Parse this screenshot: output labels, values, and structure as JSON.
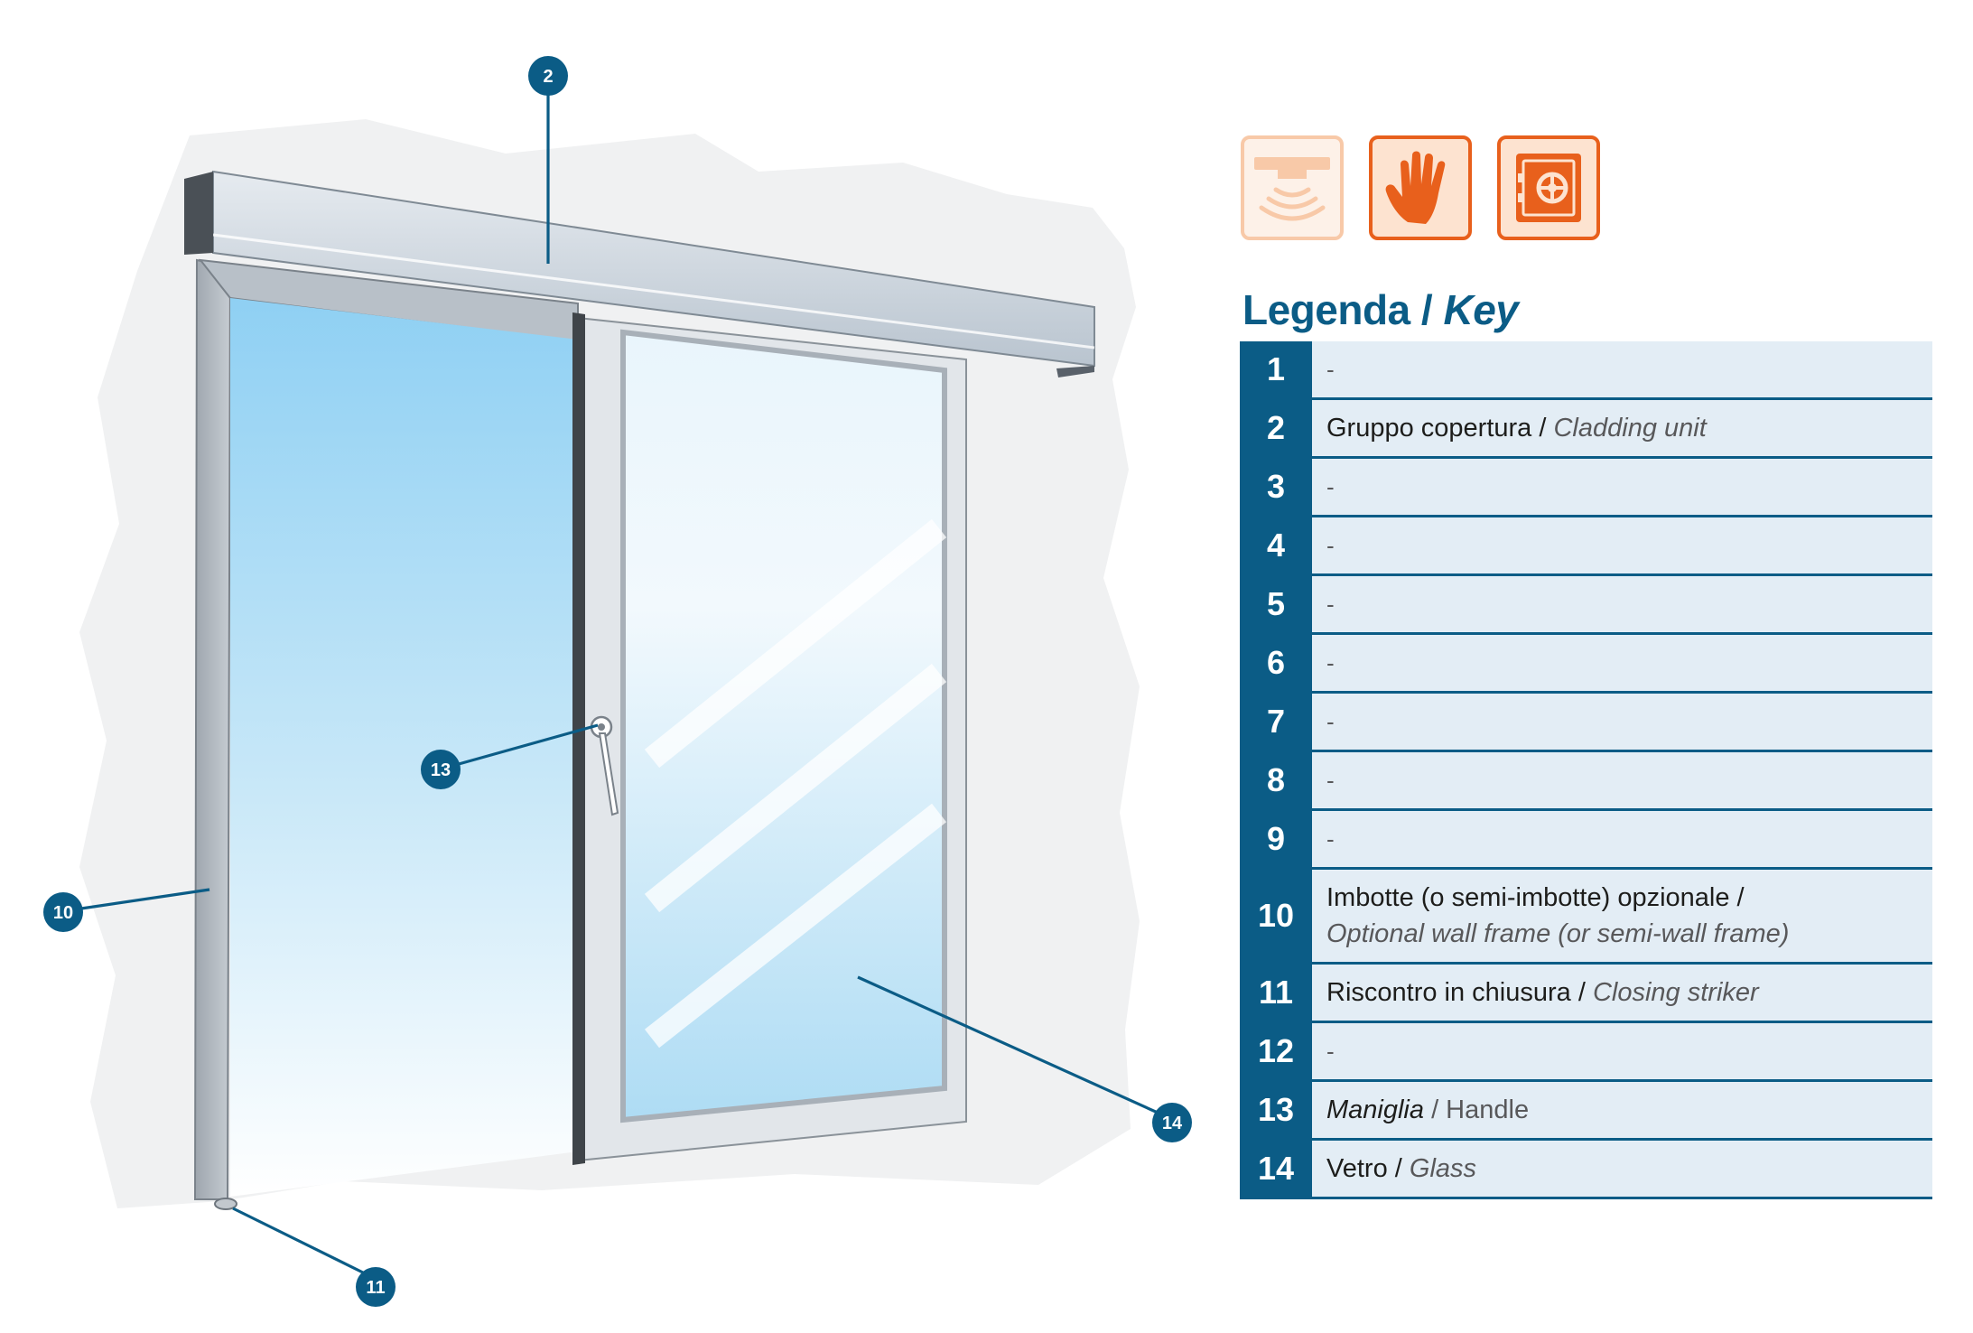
{
  "diagram": {
    "callouts": [
      {
        "id": "callout-2",
        "label": "2"
      },
      {
        "id": "callout-10",
        "label": "10"
      },
      {
        "id": "callout-11",
        "label": "11"
      },
      {
        "id": "callout-13",
        "label": "13"
      },
      {
        "id": "callout-14",
        "label": "14"
      }
    ]
  },
  "mode_icons": [
    {
      "name": "sensor-icon",
      "state": "faded"
    },
    {
      "name": "hand-icon",
      "state": "active"
    },
    {
      "name": "safe-icon",
      "state": "active"
    }
  ],
  "colors": {
    "accent": "#0b5c86",
    "row_bg": "#e3edf5",
    "icon_orange": "#e8601c",
    "icon_faded": "#f8c9a8"
  },
  "legend": {
    "title_it": "Legenda /",
    "title_en": "Key",
    "rows": [
      {
        "num": "1",
        "it": "-",
        "en": ""
      },
      {
        "num": "2",
        "it": "Gruppo copertura /",
        "en": "Cladding unit"
      },
      {
        "num": "3",
        "it": "-",
        "en": ""
      },
      {
        "num": "4",
        "it": "-",
        "en": ""
      },
      {
        "num": "5",
        "it": "-",
        "en": ""
      },
      {
        "num": "6",
        "it": "-",
        "en": ""
      },
      {
        "num": "7",
        "it": "-",
        "en": ""
      },
      {
        "num": "8",
        "it": "-",
        "en": ""
      },
      {
        "num": "9",
        "it": "-",
        "en": ""
      },
      {
        "num": "10",
        "it": "Imbotte (o semi-imbotte) opzionale /",
        "en": "Optional wall frame (or semi-wall frame)"
      },
      {
        "num": "11",
        "it": "Riscontro in chiusura /",
        "en": "Closing striker"
      },
      {
        "num": "12",
        "it": "-",
        "en": ""
      },
      {
        "num": "13",
        "it": "Maniglia",
        "en": "/ Handle"
      },
      {
        "num": "14",
        "it": "Vetro /",
        "en": "Glass"
      }
    ]
  }
}
